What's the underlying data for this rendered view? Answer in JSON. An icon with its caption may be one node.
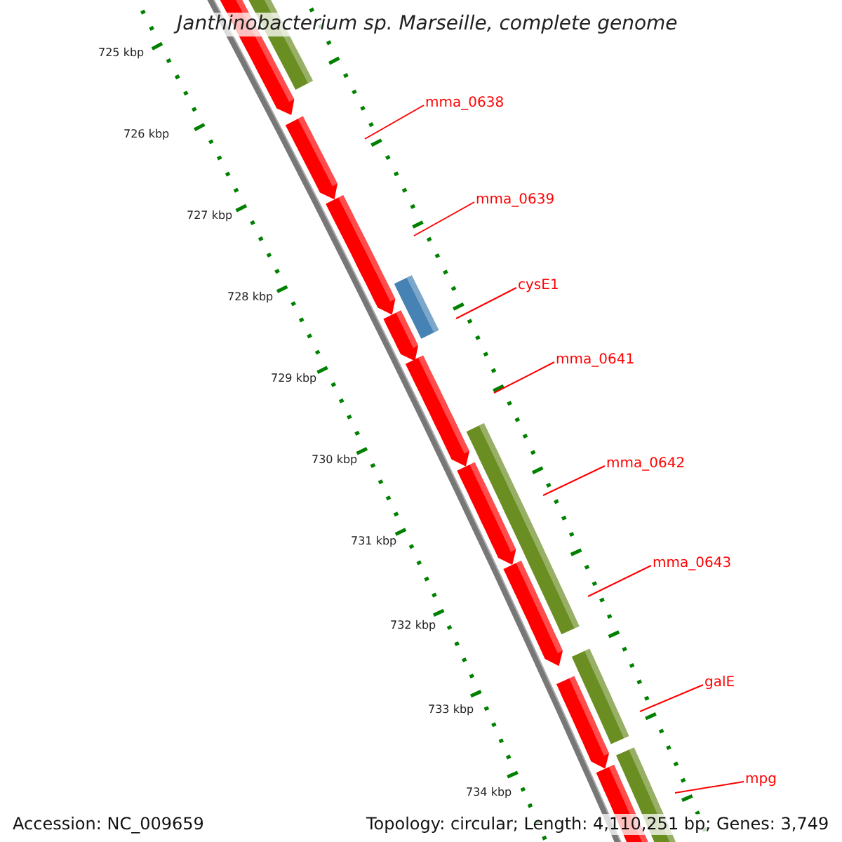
{
  "diagram": {
    "title": "Janthinobacterium sp. Marseille, complete genome",
    "nodes": [
      {
        "text": [
          "mma_0638"
        ]
      },
      {
        "text": [
          "mma_0639"
        ]
      },
      {
        "text": [
          "cysE1"
        ]
      },
      {
        "text": [
          "mma_0641"
        ]
      },
      {
        "text": [
          "mma_0642"
        ]
      },
      {
        "text": [
          "mma_0643"
        ]
      },
      {
        "text": [
          "galE"
        ]
      },
      {
        "text": [
          "mpg"
        ]
      }
    ],
    "edges": [
      {
        "from": 0,
        "to": null,
        "arrow": "none"
      },
      {
        "from": 1,
        "to": null,
        "arrow": "none"
      },
      {
        "from": 2,
        "to": null,
        "arrow": "none"
      },
      {
        "from": 3,
        "to": null,
        "arrow": "none"
      },
      {
        "from": 4,
        "to": null,
        "arrow": "none"
      },
      {
        "from": 5,
        "to": null,
        "arrow": "none"
      },
      {
        "from": 6,
        "to": null,
        "arrow": "none"
      },
      {
        "from": 7,
        "to": null,
        "arrow": "none"
      }
    ],
    "labels": [
      "725 kbp",
      "726 kbp",
      "727 kbp",
      "728 kbp",
      "729 kbp",
      "730 kbp",
      "731 kbp",
      "732 kbp",
      "733 kbp",
      "734 kbp",
      "Accession: NC_009659",
      "Topology: circular; Length: 4,110,251 bp; Genes: 3,749"
    ]
  }
}
